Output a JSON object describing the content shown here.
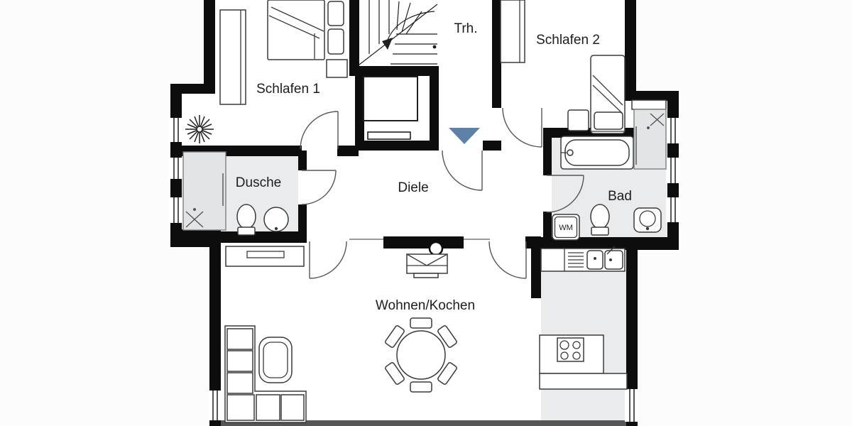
{
  "floorplan": {
    "type": "apartment-floor-plan",
    "rooms": [
      {
        "id": "schlafen1",
        "label": "Schlafen 1"
      },
      {
        "id": "treppenhaus",
        "label": "Trh."
      },
      {
        "id": "schlafen2",
        "label": "Schlafen 2"
      },
      {
        "id": "dusche",
        "label": "Dusche"
      },
      {
        "id": "diele",
        "label": "Diele"
      },
      {
        "id": "bad",
        "label": "Bad"
      },
      {
        "id": "wohnen_kochen",
        "label": "Wohnen/Kochen"
      }
    ],
    "labels": {
      "washing_machine": "WM"
    },
    "colors": {
      "wall": "#0d0d0d",
      "tile_floor": "#e9ebed",
      "shower_floor": "#e2e4e6",
      "entrance_arrow": "#5d81a7",
      "cut_wall": "#555555",
      "background": "#fcfcfc",
      "room_floor": "#ffffff"
    },
    "entrance_marker": {
      "shape": "triangle-down"
    }
  }
}
